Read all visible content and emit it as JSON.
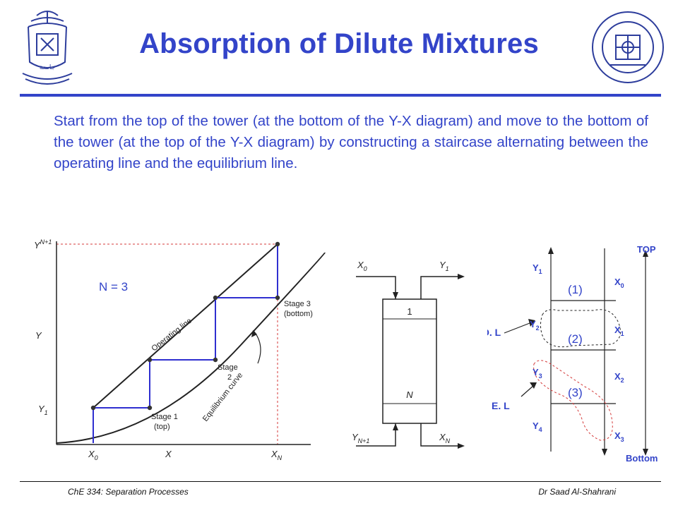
{
  "slide": {
    "title": "Absorption of Dilute Mixtures",
    "body": "Start from the top of the tower (at the bottom of the Y-X diagram) and move to the bottom of the tower (at the top of the Y-X diagram) by constructing a staircase alternating between the operating line and the equilibrium line.",
    "footer_left": "ChE 334: Separation Processes",
    "footer_right": "Dr Saad Al-Shahrani",
    "n_label": "N = 3"
  },
  "yx_diagram": {
    "y_top_label": "Y",
    "y_top_sub": "N+1",
    "y_axis_label": "Y",
    "y1_label": "Y",
    "y1_sub": "1",
    "x0_label": "X",
    "x0_sub": "0",
    "x_axis_label": "X",
    "xn_label": "X",
    "xn_sub": "N",
    "operating_line_label": "Operating line",
    "equilibrium_curve_label": "Equilibrium curve",
    "stage1_label": "Stage 1",
    "stage1_sub": "(top)",
    "stage2_label": "Stage",
    "stage2_sub": "2",
    "stage3_label": "Stage 3",
    "stage3_sub": "(bottom)",
    "staircase_color": "#2f2fd0",
    "guide_color": "#d43a3a"
  },
  "tower": {
    "x0_label": "X",
    "x0_sub": "0",
    "y1_label": "Y",
    "y1_sub": "1",
    "stage_top": "1",
    "stage_bottom": "N",
    "yn1_label": "Y",
    "yn1_sub": "N+1",
    "xn_label": "X",
    "xn_sub": "N"
  },
  "schematic": {
    "top_label": "TOP",
    "bottom_label": "Bottom",
    "y_labels": [
      "Y",
      "Y",
      "Y",
      "Y"
    ],
    "y_subs": [
      "1",
      "2",
      "3",
      "4"
    ],
    "x_labels": [
      "X",
      "X",
      "X",
      "X"
    ],
    "x_subs": [
      "0",
      "1",
      "2",
      "3"
    ],
    "stages": [
      "(1)",
      "(2)",
      "(3)"
    ],
    "ol_label": "O. L",
    "el_label": "E. L",
    "label_color": "#3344c9",
    "highlight_color": "#d43a3a"
  }
}
